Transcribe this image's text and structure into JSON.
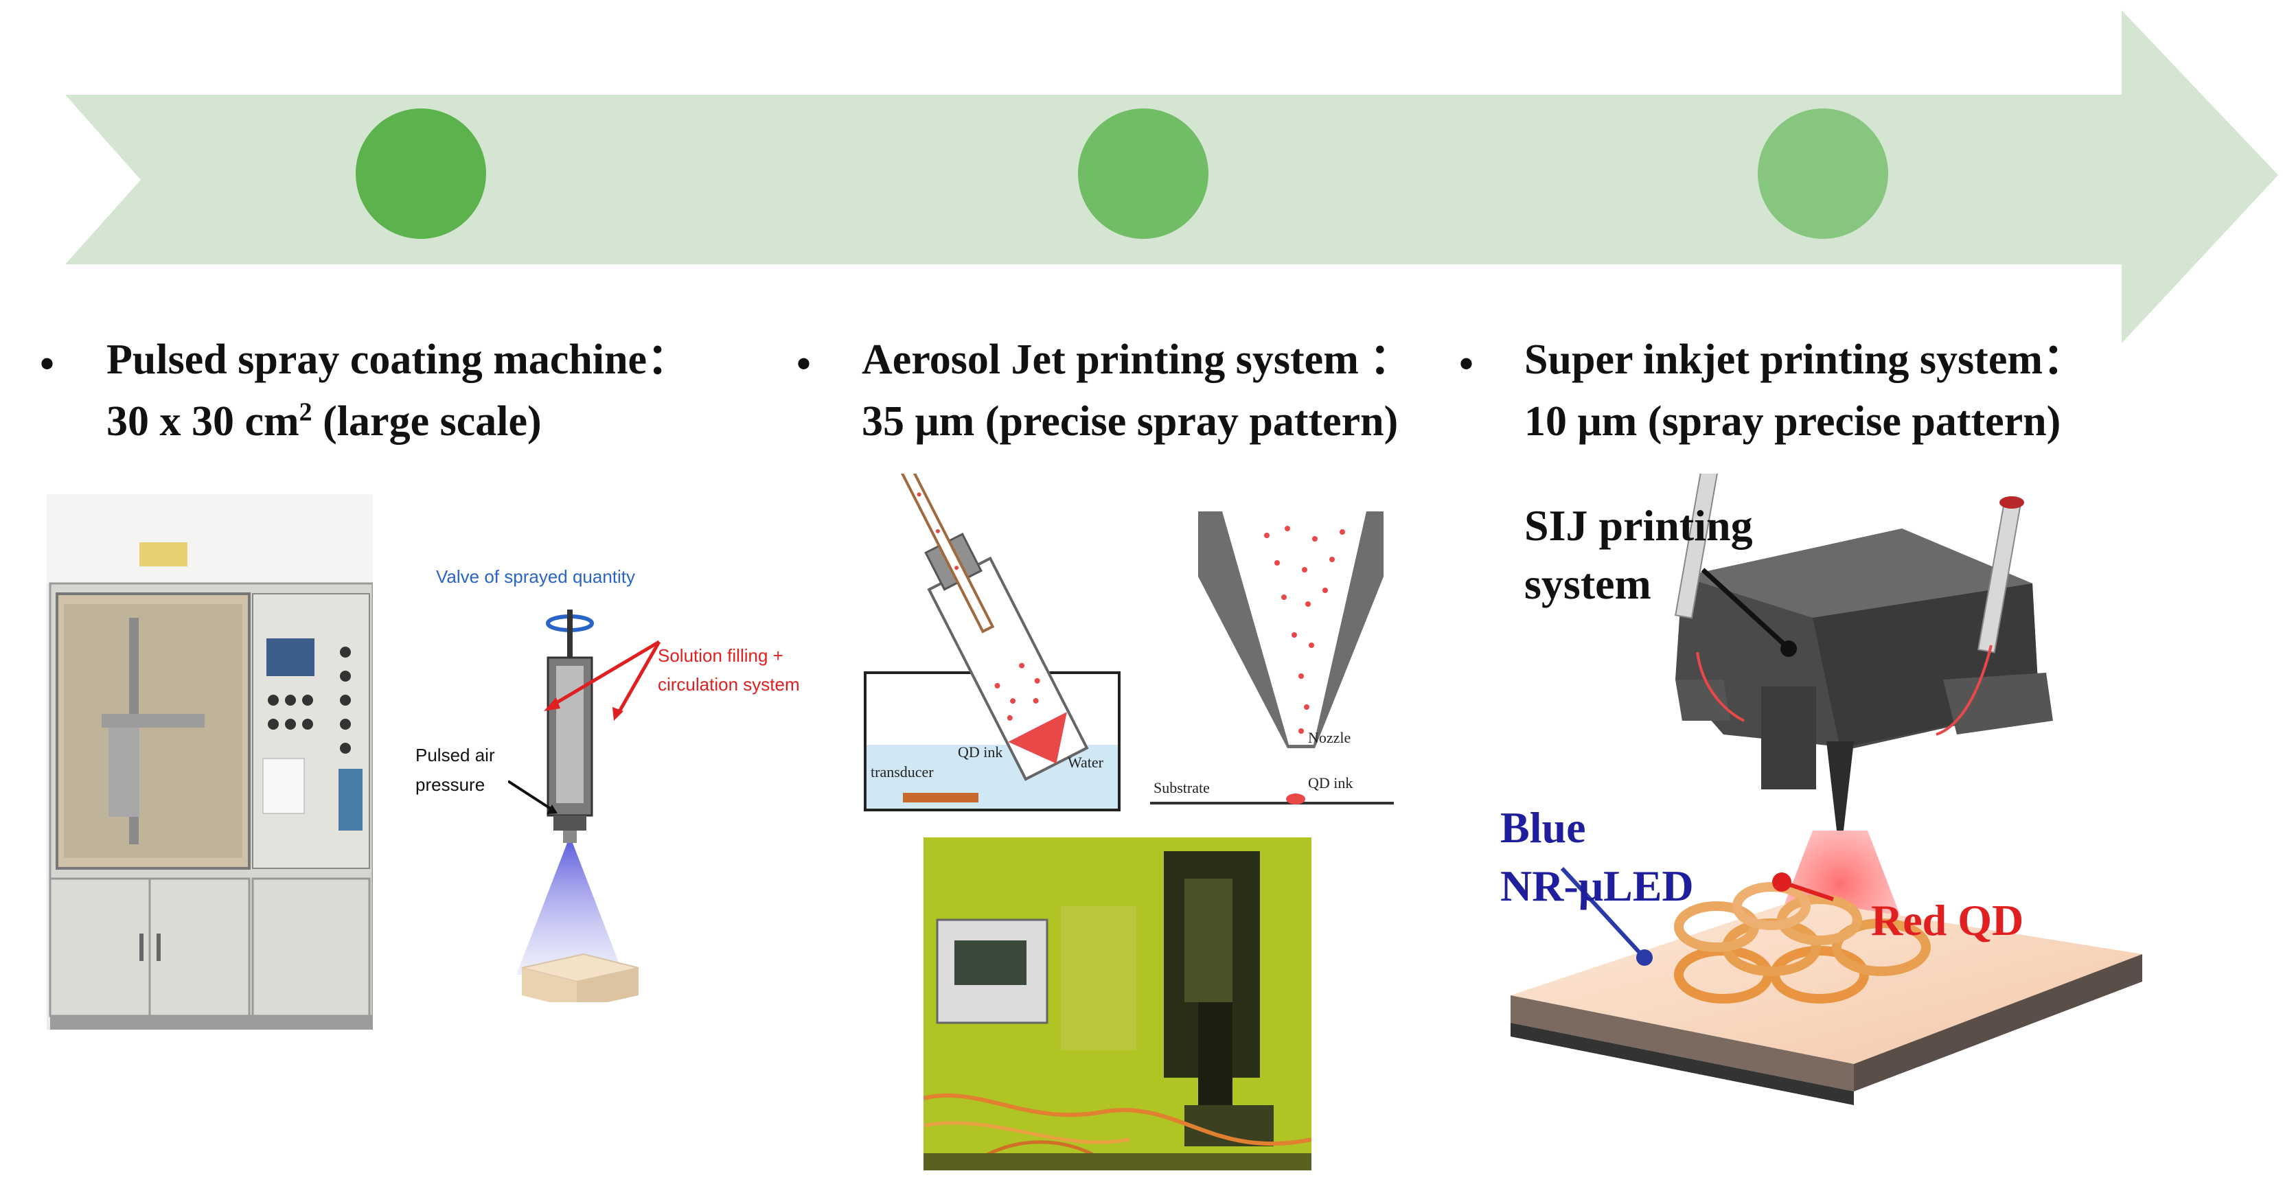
{
  "colors": {
    "arrow_fill": "#d4e5d2",
    "milestone_1": "#5cb24c",
    "milestone_2": "#70bd66",
    "milestone_3": "#86c67e",
    "red_label": "#e02020",
    "blue_label": "#1f1f9e"
  },
  "stages": [
    {
      "bullet": "•",
      "title": "Pulsed spray coating machine：",
      "subtitle_main": "30 x 30 cm",
      "subtitle_sup": "2",
      "subtitle_tail": " (large scale)"
    },
    {
      "bullet": "•",
      "title": "Aerosol Jet printing system ：",
      "subtitle": "35 μm (precise spray pattern)"
    },
    {
      "bullet": "•",
      "title": "Super inkjet printing system：",
      "subtitle": "10 μm (spray precise pattern)"
    }
  ],
  "pulsed_diagram": {
    "valve_label": "Valve of sprayed quantity",
    "solution_label_1": "Solution filling +",
    "solution_label_2": "circulation system",
    "air_label_1": "Pulsed air",
    "air_label_2": "pressure"
  },
  "aerosol_diagram": {
    "qd_ink": "QD ink",
    "water": "Water",
    "transducer": "transducer",
    "nozzle": "Nozzle",
    "substrate": "Substrate",
    "qd_ink_2": "QD ink"
  },
  "sij_diagram": {
    "system_label_1": "SIJ printing",
    "system_label_2": "system",
    "blue_label_1": "Blue",
    "blue_label_2": "NR-μLED",
    "red_label": "Red QD"
  }
}
